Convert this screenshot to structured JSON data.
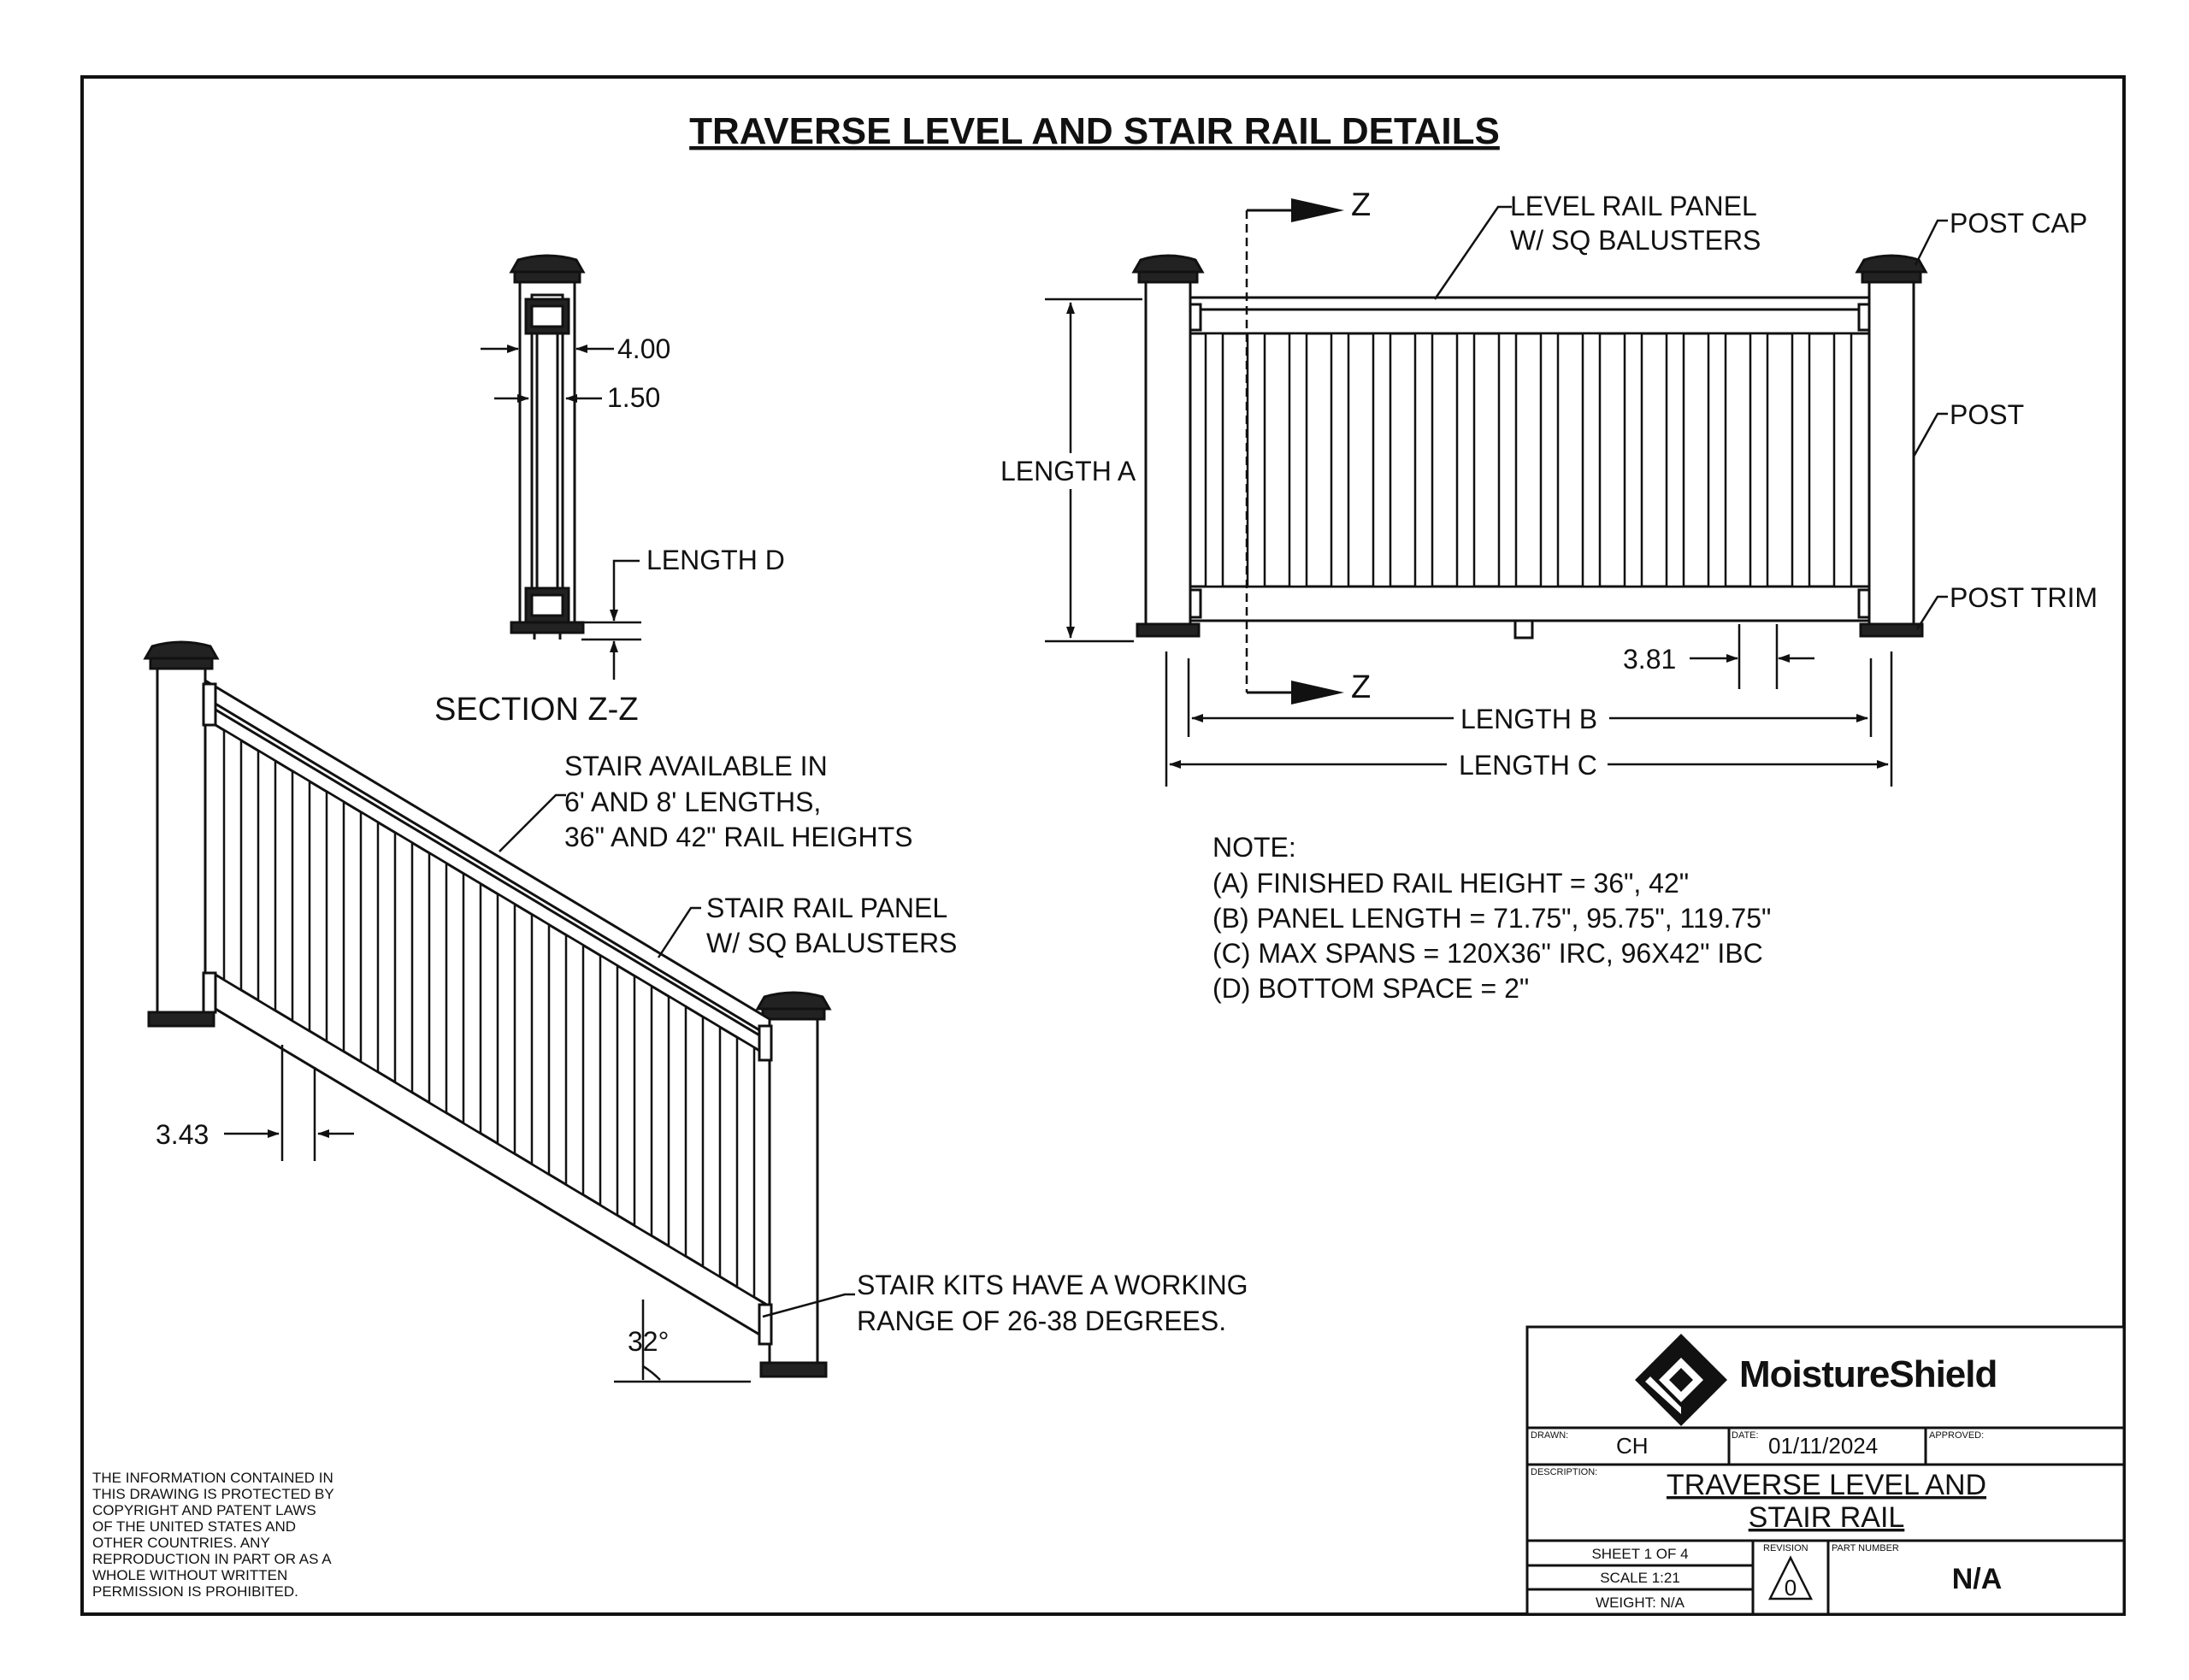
{
  "title": "TRAVERSE LEVEL AND STAIR RAIL DETAILS",
  "section": {
    "label": "SECTION Z-Z",
    "dim_width": "4.00",
    "dim_inner": "1.50",
    "length_d": "LENGTH D"
  },
  "level_rail": {
    "cut_marker": "Z",
    "panel_label_1": "LEVEL RAIL PANEL",
    "panel_label_2": "W/ SQ BALUSTERS",
    "post_cap": "POST CAP",
    "post": "POST",
    "post_trim": "POST TRIM",
    "length_a": "LENGTH A",
    "length_b": "LENGTH B",
    "length_c": "LENGTH C",
    "spacing": "3.81"
  },
  "stair_rail": {
    "avail_1": "STAIR AVAILABLE IN",
    "avail_2": "6' AND 8' LENGTHS,",
    "avail_3": "36\" AND 42\" RAIL HEIGHTS",
    "panel_1": "STAIR RAIL PANEL",
    "panel_2": "W/ SQ BALUSTERS",
    "spacing": "3.43",
    "angle": "32°",
    "range_1": "STAIR KITS HAVE A WORKING",
    "range_2": "RANGE OF 26-38 DEGREES."
  },
  "notes": {
    "heading": "NOTE:",
    "a": "(A) FINISHED RAIL HEIGHT = 36\", 42\"",
    "b": "(B) PANEL LENGTH = 71.75\", 95.75\", 119.75\"",
    "c": "(C) MAX SPANS = 120X36\" IRC, 96X42\" IBC",
    "d": "(D) BOTTOM SPACE = 2\""
  },
  "copyright": [
    "THE INFORMATION CONTAINED IN",
    "THIS  DRAWING IS PROTECTED BY",
    "COPYRIGHT AND PATENT LAWS",
    "OF THE UNITED STATES AND",
    "OTHER COUNTRIES. ANY",
    "REPRODUCTION IN PART OR AS A",
    "WHOLE WITHOUT WRITTEN",
    "PERMISSION IS PROHIBITED."
  ],
  "title_block": {
    "brand": "MoistureShield",
    "drawn_label": "DRAWN:",
    "drawn_by": "CH",
    "date_label": "DATE:",
    "date": "01/11/2024",
    "approved_label": "APPROVED:",
    "description_label": "DESCRIPTION:",
    "description_1": "TRAVERSE LEVEL AND",
    "description_2": "STAIR RAIL",
    "sheet": "SHEET 1 OF 4",
    "scale": "SCALE 1:21",
    "weight": "WEIGHT: N/A",
    "revision_label": "REVISION",
    "revision": "0",
    "part_label": "PART NUMBER",
    "part_number": "N/A"
  },
  "icons": [
    "arrow-icon",
    "moistureshield-logo-icon",
    "revision-triangle-icon"
  ]
}
